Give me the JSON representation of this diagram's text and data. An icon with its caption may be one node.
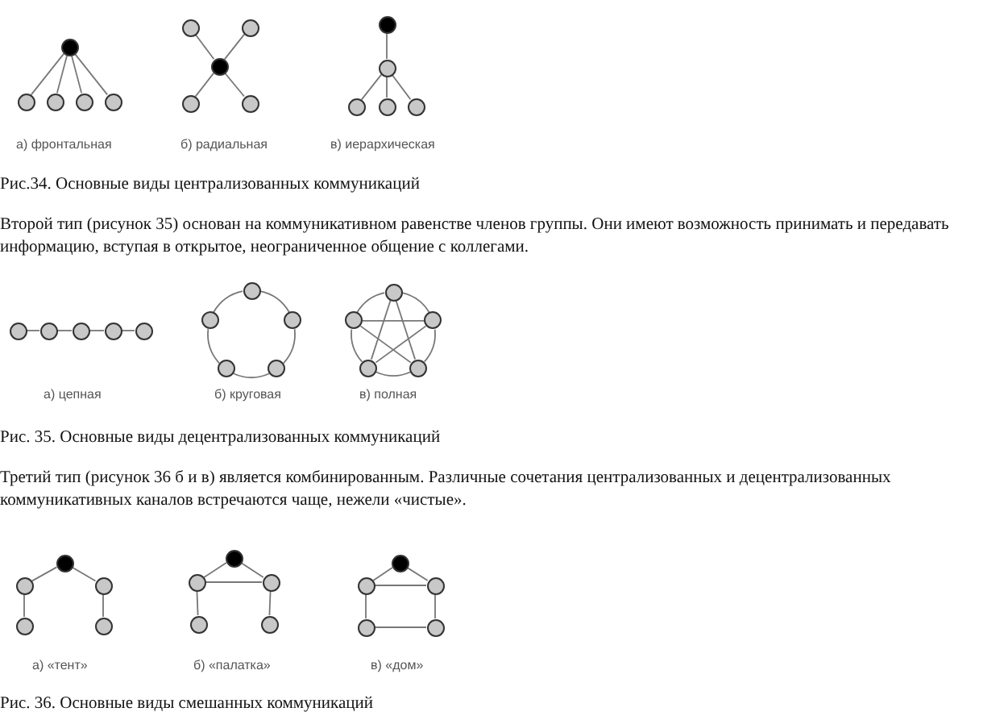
{
  "diagram": {
    "nodes": [
      {
        "text": [],
        "shape": "circle"
      },
      {
        "text": [],
        "shape": "circle"
      },
      {
        "text": [],
        "shape": "circle"
      },
      {
        "text": [],
        "shape": "circle"
      },
      {
        "text": [],
        "shape": "circle"
      },
      {
        "text": [],
        "shape": "circle"
      },
      {
        "text": [],
        "shape": "circle"
      },
      {
        "text": [],
        "shape": "circle"
      },
      {
        "text": [],
        "shape": "circle"
      },
      {
        "text": [],
        "shape": "circle"
      },
      {
        "text": [],
        "shape": "circle"
      },
      {
        "text": [],
        "shape": "circle"
      },
      {
        "text": [],
        "shape": "circle"
      },
      {
        "text": [],
        "shape": "circle"
      },
      {
        "text": [],
        "shape": "circle"
      },
      {
        "text": [],
        "shape": "circle"
      },
      {
        "text": [],
        "shape": "circle"
      },
      {
        "text": [],
        "shape": "circle"
      },
      {
        "text": [],
        "shape": "circle"
      },
      {
        "text": [],
        "shape": "circle"
      },
      {
        "text": [],
        "shape": "circle"
      },
      {
        "text": [],
        "shape": "circle"
      },
      {
        "text": [],
        "shape": "circle"
      },
      {
        "text": [],
        "shape": "circle"
      },
      {
        "text": [],
        "shape": "circle"
      },
      {
        "text": [],
        "shape": "circle"
      },
      {
        "text": [],
        "shape": "circle"
      },
      {
        "text": [],
        "shape": "circle"
      },
      {
        "text": [],
        "shape": "circle"
      },
      {
        "text": [],
        "shape": "circle"
      },
      {
        "text": [],
        "shape": "circle"
      },
      {
        "text": [],
        "shape": "circle"
      },
      {
        "text": [],
        "shape": "circle"
      },
      {
        "text": [],
        "shape": "circle"
      },
      {
        "text": [],
        "shape": "circle"
      },
      {
        "text": [],
        "shape": "circle"
      },
      {
        "text": [],
        "shape": "circle"
      },
      {
        "text": [],
        "shape": "circle"
      },
      {
        "text": [],
        "shape": "circle"
      },
      {
        "text": [],
        "shape": "circle"
      },
      {
        "text": [],
        "shape": "circle"
      },
      {
        "text": [],
        "shape": "circle"
      },
      {
        "text": [],
        "shape": "circle"
      },
      {
        "text": [],
        "shape": "circle"
      },
      {
        "text": [],
        "shape": "circle"
      }
    ],
    "edges": [
      {
        "from": 0,
        "to": 1,
        "arrow": "none"
      },
      {
        "from": 0,
        "to": 2,
        "arrow": "none"
      },
      {
        "from": 0,
        "to": 3,
        "arrow": "none"
      },
      {
        "from": 0,
        "to": 4,
        "arrow": "none"
      },
      {
        "from": 7,
        "to": 5,
        "arrow": "none"
      },
      {
        "from": 7,
        "to": 6,
        "arrow": "none"
      },
      {
        "from": 7,
        "to": 8,
        "arrow": "none"
      },
      {
        "from": 7,
        "to": 9,
        "arrow": "none"
      },
      {
        "from": 10,
        "to": 11,
        "arrow": "none"
      },
      {
        "from": 11,
        "to": 12,
        "arrow": "none"
      },
      {
        "from": 11,
        "to": 13,
        "arrow": "none"
      },
      {
        "from": 11,
        "to": 14,
        "arrow": "none"
      },
      {
        "from": 15,
        "to": 16,
        "arrow": "none"
      },
      {
        "from": 16,
        "to": 17,
        "arrow": "none"
      },
      {
        "from": 17,
        "to": 18,
        "arrow": "none"
      },
      {
        "from": 18,
        "to": 19,
        "arrow": "none"
      },
      {
        "from": 20,
        "to": 22,
        "arrow": "none"
      },
      {
        "from": 22,
        "to": 24,
        "arrow": "none"
      },
      {
        "from": 24,
        "to": 23,
        "arrow": "none"
      },
      {
        "from": 23,
        "to": 21,
        "arrow": "none"
      },
      {
        "from": 21,
        "to": 20,
        "arrow": "none"
      },
      {
        "from": 25,
        "to": 27,
        "arrow": "none"
      },
      {
        "from": 27,
        "to": 29,
        "arrow": "none"
      },
      {
        "from": 29,
        "to": 28,
        "arrow": "none"
      },
      {
        "from": 28,
        "to": 26,
        "arrow": "none"
      },
      {
        "from": 26,
        "to": 25,
        "arrow": "none"
      },
      {
        "from": 25,
        "to": 28,
        "arrow": "none"
      },
      {
        "from": 25,
        "to": 29,
        "arrow": "none"
      },
      {
        "from": 26,
        "to": 27,
        "arrow": "none"
      },
      {
        "from": 26,
        "to": 29,
        "arrow": "none"
      },
      {
        "from": 27,
        "to": 28,
        "arrow": "none"
      },
      {
        "from": 30,
        "to": 31,
        "arrow": "none"
      },
      {
        "from": 30,
        "to": 32,
        "arrow": "none"
      },
      {
        "from": 31,
        "to": 33,
        "arrow": "none"
      },
      {
        "from": 32,
        "to": 34,
        "arrow": "none"
      },
      {
        "from": 35,
        "to": 36,
        "arrow": "none"
      },
      {
        "from": 35,
        "to": 37,
        "arrow": "none"
      },
      {
        "from": 36,
        "to": 37,
        "arrow": "none"
      },
      {
        "from": 36,
        "to": 38,
        "arrow": "none"
      },
      {
        "from": 37,
        "to": 39,
        "arrow": "none"
      },
      {
        "from": 40,
        "to": 41,
        "arrow": "none"
      },
      {
        "from": 40,
        "to": 42,
        "arrow": "none"
      },
      {
        "from": 41,
        "to": 42,
        "arrow": "none"
      },
      {
        "from": 41,
        "to": 43,
        "arrow": "none"
      },
      {
        "from": 42,
        "to": 44,
        "arrow": "none"
      },
      {
        "from": 43,
        "to": 44,
        "arrow": "none"
      }
    ],
    "labels": [
      "а) фронтальная",
      "б) радиальная",
      "в) иерархическая",
      "Рис.34. Основные виды централизованных коммуникаций",
      "Второй тип (рисунок 35) основан на коммуникативном равенстве членов группы. Они имеют возможность принимать и передавать информацию, вступая в открытое, неограниченное общение с коллегами.",
      "а) цепная",
      "б) круговая",
      "в) полная",
      "Рис. 35. Основные виды децентрализованных коммуникаций",
      "Третий тип (рисунок 36 б и в) является комбинированным. Различные сочетания централизованных и децентрализованных коммуникативных каналов встречаются чаще, нежели «чистые».",
      "а) «тент»",
      "б) «палатка»",
      "в) «дом»",
      "Рис. 36. Основные виды смешанных коммуникаций"
    ]
  }
}
